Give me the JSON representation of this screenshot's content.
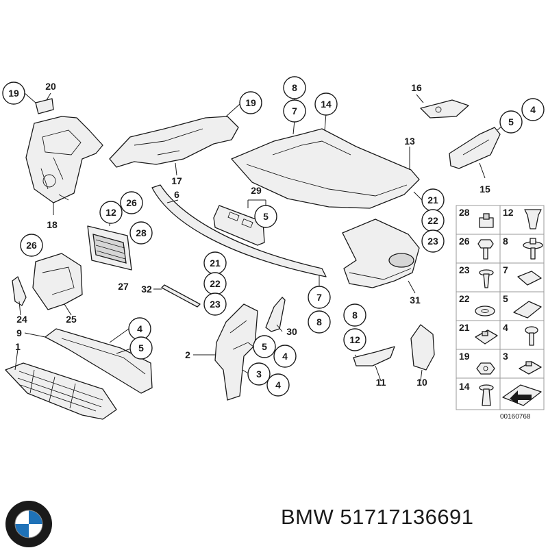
{
  "callouts": [
    {
      "id": "c19a",
      "label": "19"
    },
    {
      "id": "c19b",
      "label": "19"
    },
    {
      "id": "c26a",
      "label": "26"
    },
    {
      "id": "c12a",
      "label": "12"
    },
    {
      "id": "c28",
      "label": "28"
    },
    {
      "id": "c26b",
      "label": "26"
    },
    {
      "id": "c4a",
      "label": "4"
    },
    {
      "id": "c5a",
      "label": "5"
    },
    {
      "id": "c8a",
      "label": "8"
    },
    {
      "id": "c7a",
      "label": "7"
    },
    {
      "id": "c14",
      "label": "14"
    },
    {
      "id": "c5b",
      "label": "5"
    },
    {
      "id": "c4b",
      "label": "4"
    },
    {
      "id": "c5c",
      "label": "5"
    },
    {
      "id": "c21a",
      "label": "21"
    },
    {
      "id": "c22a",
      "label": "22"
    },
    {
      "id": "c23a",
      "label": "23"
    },
    {
      "id": "c21b",
      "label": "21"
    },
    {
      "id": "c22b",
      "label": "22"
    },
    {
      "id": "c23b",
      "label": "23"
    },
    {
      "id": "c7b",
      "label": "7"
    },
    {
      "id": "c8b",
      "label": "8"
    },
    {
      "id": "c8c",
      "label": "8"
    },
    {
      "id": "c12b",
      "label": "12"
    },
    {
      "id": "c5d",
      "label": "5"
    },
    {
      "id": "c4c",
      "label": "4"
    },
    {
      "id": "c3",
      "label": "3"
    },
    {
      "id": "c4d",
      "label": "4"
    }
  ],
  "plain_labels": [
    {
      "id": "l20",
      "label": "20"
    },
    {
      "id": "l18",
      "label": "18"
    },
    {
      "id": "l17",
      "label": "17"
    },
    {
      "id": "l16",
      "label": "16"
    },
    {
      "id": "l13",
      "label": "13"
    },
    {
      "id": "l15",
      "label": "15"
    },
    {
      "id": "l6",
      "label": "6"
    },
    {
      "id": "l29",
      "label": "29"
    },
    {
      "id": "l27",
      "label": "27"
    },
    {
      "id": "l32",
      "label": "32"
    },
    {
      "id": "l24",
      "label": "24"
    },
    {
      "id": "l25",
      "label": "25"
    },
    {
      "id": "l9",
      "label": "9"
    },
    {
      "id": "l1",
      "label": "1"
    },
    {
      "id": "l2",
      "label": "2"
    },
    {
      "id": "l30",
      "label": "30"
    },
    {
      "id": "l31",
      "label": "31"
    },
    {
      "id": "l11",
      "label": "11"
    },
    {
      "id": "l10",
      "label": "10"
    }
  ],
  "legend": {
    "rows": [
      [
        {
          "num": "28",
          "icon": "clip-nut-icon"
        },
        {
          "num": "12",
          "icon": "expanding-rivet-icon"
        }
      ],
      [
        {
          "num": "26",
          "icon": "hex-bolt-icon"
        },
        {
          "num": "8",
          "icon": "collar-screw-icon"
        }
      ],
      [
        {
          "num": "23",
          "icon": "tapping-screw-icon"
        },
        {
          "num": "7",
          "icon": "spring-nut-icon"
        }
      ],
      [
        {
          "num": "22",
          "icon": "washer-icon"
        },
        {
          "num": "5",
          "icon": "clip-icon"
        }
      ],
      [
        {
          "num": "21",
          "icon": "square-nut-icon"
        },
        {
          "num": "4",
          "icon": "screw-icon"
        }
      ],
      [
        {
          "num": "19",
          "icon": "hex-nut-icon"
        },
        {
          "num": "3",
          "icon": "speed-nut-icon"
        }
      ],
      [
        {
          "num": "14",
          "icon": "push-rivet-icon"
        },
        {
          "num": "",
          "icon": "arrow-plate-icon"
        }
      ]
    ],
    "code": "00160768"
  },
  "footer": {
    "brand": "BMW",
    "part_number": "51717136691"
  },
  "colors": {
    "line": "#1a1a1a",
    "part_fill": "#efefef",
    "logo_blue": "#1f72b8"
  }
}
